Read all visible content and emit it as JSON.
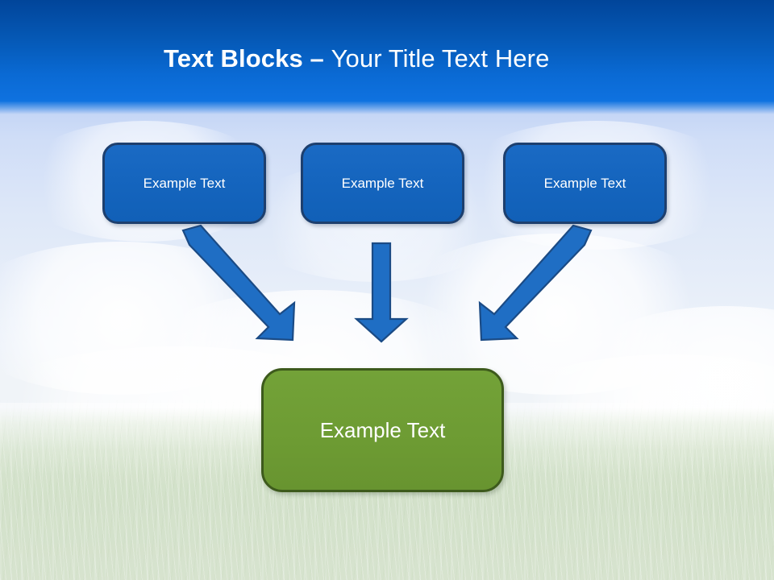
{
  "slide": {
    "title": {
      "bold_part": "Text Blocks ",
      "separator": "– ",
      "light_part": "Your Title Text Here",
      "full_text": "Text Blocks – Your Title Text Here"
    },
    "colors": {
      "banner_top": "#01459a",
      "banner_bottom": "#0f72e0",
      "box_blue_fill": "#1464bd",
      "box_blue_border": "#1d3f6e",
      "box_green_fill": "#6d9b33",
      "box_green_border": "#3d5a1c",
      "arrow_fill": "#1f6ec4",
      "arrow_border": "#1b4b85",
      "title_text": "#ffffff",
      "sky_top": "#2f7ae4",
      "grass": "#cdddc2"
    },
    "top_boxes": [
      {
        "label": "Example Text"
      },
      {
        "label": "Example Text"
      },
      {
        "label": "Example Text"
      }
    ],
    "bottom_box": {
      "label": "Example Text"
    },
    "arrows": [
      {
        "name": "arrow-left-diagonal",
        "direction": "down-right"
      },
      {
        "name": "arrow-middle-straight",
        "direction": "down"
      },
      {
        "name": "arrow-right-diagonal",
        "direction": "down-left"
      }
    ]
  }
}
